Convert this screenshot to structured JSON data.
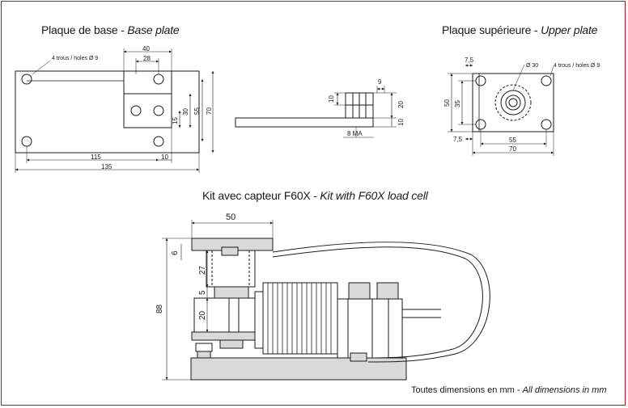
{
  "titles": {
    "base_fr": "Plaque de base",
    "base_sep": " - ",
    "base_en": "Base plate",
    "upper_fr": "Plaque supérieure",
    "upper_sep": " - ",
    "upper_en": "Upper plate",
    "kit_fr": "Kit avec capteur F60X",
    "kit_sep": " - ",
    "kit_en": "Kit with F60X load cell"
  },
  "base_plate": {
    "holes_note": "4 trous / holes Ø 9",
    "dims": [
      "40",
      "28",
      "30",
      "55",
      "70",
      "15",
      "115",
      "10",
      "135"
    ]
  },
  "side_view": {
    "dims": [
      "9",
      "10",
      "20",
      "10"
    ],
    "thread": "8 MA"
  },
  "upper_plate": {
    "holes_note": "4 trous / holes Ø 9",
    "diameter": "Ø 30",
    "dims": [
      "7,5",
      "50",
      "35",
      "7,5",
      "55",
      "70"
    ]
  },
  "kit": {
    "dims": [
      "50",
      "6",
      "27",
      "5",
      "20",
      "88"
    ]
  },
  "footer": {
    "fr": "Toutes dimensions en mm",
    "sep": " - ",
    "en": "All dimensions in mm"
  },
  "colors": {
    "frame": "#b0171f",
    "line": "#1a1a1a",
    "fill": "#d9d9d9"
  }
}
